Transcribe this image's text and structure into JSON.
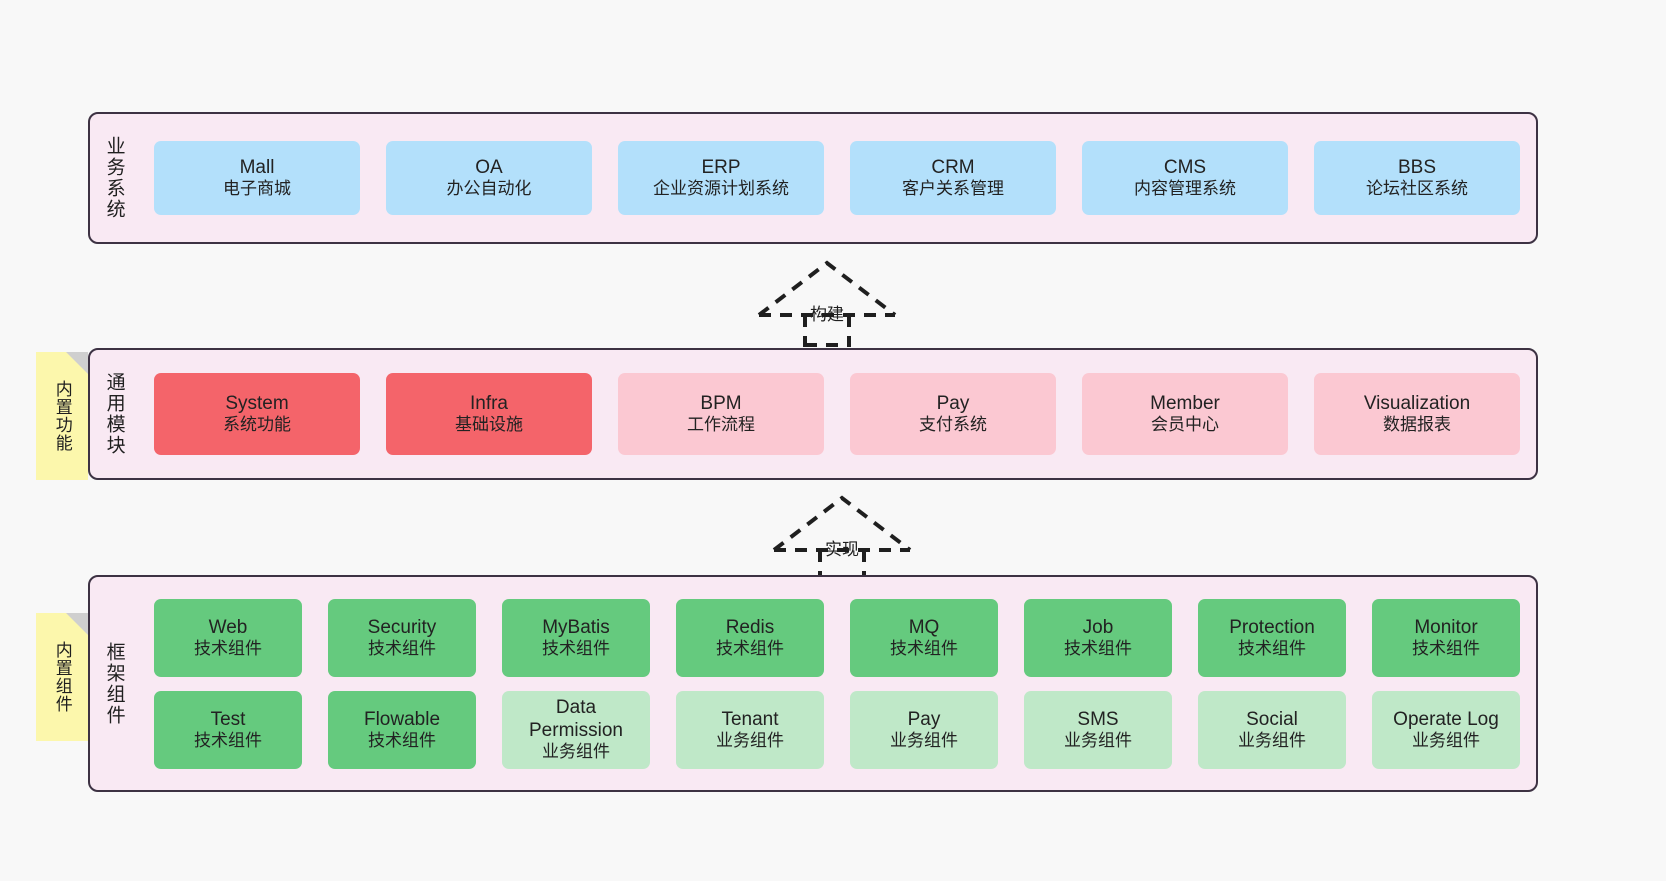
{
  "diagram": {
    "background_color": "#f8f8f8",
    "layer_fill": "#f9e9f3",
    "layer_border": "#3d3243",
    "sticky_color": "#fcf7ac",
    "colors": {
      "business": "#b3e0fb",
      "module_core": "#f4646a",
      "module_optional": "#fbc8d2",
      "tech_component": "#65ca7e",
      "business_component": "#bfe8c8"
    }
  },
  "layers": {
    "business": {
      "label": "业务系统",
      "nodes": [
        {
          "title": "Mall",
          "sub": "电子商城",
          "style": "blue"
        },
        {
          "title": "OA",
          "sub": "办公自动化",
          "style": "blue"
        },
        {
          "title": "ERP",
          "sub": "企业资源计划系统",
          "style": "blue"
        },
        {
          "title": "CRM",
          "sub": "客户关系管理",
          "style": "blue"
        },
        {
          "title": "CMS",
          "sub": "内容管理系统",
          "style": "blue"
        },
        {
          "title": "BBS",
          "sub": "论坛社区系统",
          "style": "blue"
        }
      ]
    },
    "modules": {
      "label": "通用模块",
      "sticky": "内置功能",
      "nodes": [
        {
          "title": "System",
          "sub": "系统功能",
          "style": "red"
        },
        {
          "title": "Infra",
          "sub": "基础设施",
          "style": "red"
        },
        {
          "title": "BPM",
          "sub": "工作流程",
          "style": "pink"
        },
        {
          "title": "Pay",
          "sub": "支付系统",
          "style": "pink"
        },
        {
          "title": "Member",
          "sub": "会员中心",
          "style": "pink"
        },
        {
          "title": "Visualization",
          "sub": "数据报表",
          "style": "pink"
        }
      ]
    },
    "framework": {
      "label": "框架组件",
      "sticky": "内置组件",
      "row1": [
        {
          "title": "Web",
          "sub": "技术组件",
          "style": "green"
        },
        {
          "title": "Security",
          "sub": "技术组件",
          "style": "green"
        },
        {
          "title": "MyBatis",
          "sub": "技术组件",
          "style": "green"
        },
        {
          "title": "Redis",
          "sub": "技术组件",
          "style": "green"
        },
        {
          "title": "MQ",
          "sub": "技术组件",
          "style": "green"
        },
        {
          "title": "Job",
          "sub": "技术组件",
          "style": "green"
        },
        {
          "title": "Protection",
          "sub": "技术组件",
          "style": "green"
        },
        {
          "title": "Monitor",
          "sub": "技术组件",
          "style": "green"
        }
      ],
      "row2": [
        {
          "title": "Test",
          "sub": "技术组件",
          "style": "green"
        },
        {
          "title": "Flowable",
          "sub": "技术组件",
          "style": "green"
        },
        {
          "title": "Data Permission",
          "sub": "业务组件",
          "style": "lightgreen"
        },
        {
          "title": "Tenant",
          "sub": "业务组件",
          "style": "lightgreen"
        },
        {
          "title": "Pay",
          "sub": "业务组件",
          "style": "lightgreen"
        },
        {
          "title": "SMS",
          "sub": "业务组件",
          "style": "lightgreen"
        },
        {
          "title": "Social",
          "sub": "业务组件",
          "style": "lightgreen"
        },
        {
          "title": "Operate Log",
          "sub": "业务组件",
          "style": "lightgreen"
        }
      ]
    }
  },
  "connectors": [
    {
      "name": "build",
      "label": "构建"
    },
    {
      "name": "implement",
      "label": "实现"
    }
  ]
}
